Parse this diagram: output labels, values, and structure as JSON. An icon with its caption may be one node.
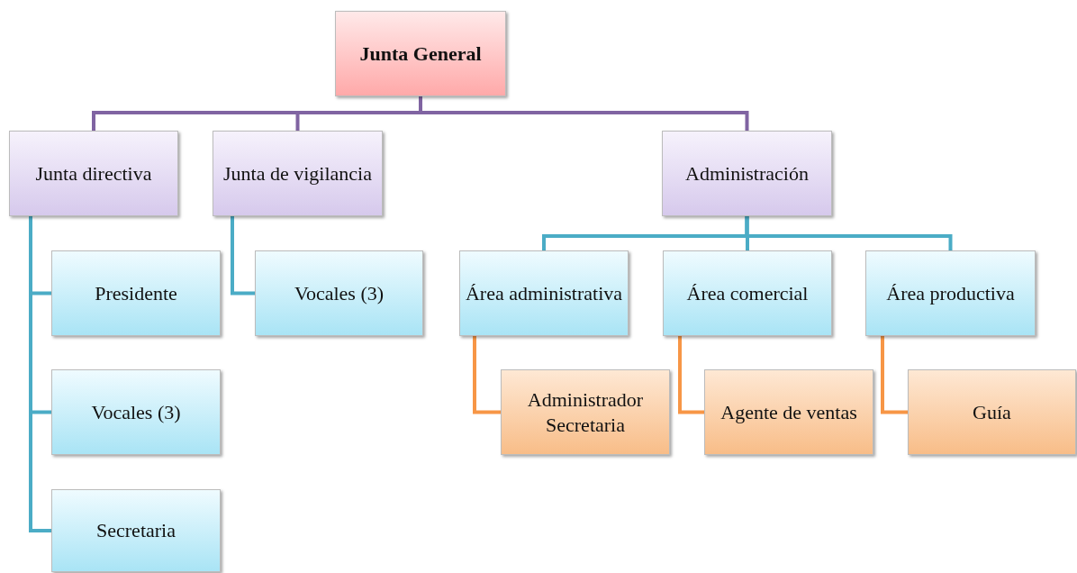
{
  "diagram": {
    "nodes": [
      {
        "text": [
          "Junta General"
        ]
      },
      {
        "text": [
          "Junta directiva"
        ]
      },
      {
        "text": [
          "Junta de vigilancia"
        ]
      },
      {
        "text": [
          "Administración"
        ]
      },
      {
        "text": [
          "Presidente"
        ]
      },
      {
        "text": [
          "Vocales (3)"
        ]
      },
      {
        "text": [
          "Secretaria"
        ]
      },
      {
        "text": [
          "Vocales (3)"
        ]
      },
      {
        "text": [
          "Área administrativa"
        ]
      },
      {
        "text": [
          "Área comercial"
        ]
      },
      {
        "text": [
          "Área productiva"
        ]
      },
      {
        "text": [
          "Administrador Secretaria"
        ]
      },
      {
        "text": [
          "Agente de ventas"
        ]
      },
      {
        "text": [
          "Guía"
        ]
      }
    ],
    "edges": [
      {
        "from": 0,
        "to": 1,
        "arrow": "none",
        "color": "#8064a2"
      },
      {
        "from": 0,
        "to": 2,
        "arrow": "none",
        "color": "#8064a2"
      },
      {
        "from": 0,
        "to": 3,
        "arrow": "none",
        "color": "#8064a2"
      },
      {
        "from": 1,
        "to": 4,
        "arrow": "none"
      },
      {
        "from": 1,
        "to": 5,
        "arrow": "none"
      },
      {
        "from": 1,
        "to": 6,
        "arrow": "none"
      },
      {
        "from": 2,
        "to": 7,
        "arrow": "none"
      },
      {
        "from": 3,
        "to": 8,
        "arrow": "none"
      },
      {
        "from": 3,
        "to": 9,
        "arrow": "none"
      },
      {
        "from": 3,
        "to": 10,
        "arrow": "none"
      },
      {
        "from": 8,
        "to": 11,
        "arrow": "none",
        "color": "#f79646"
      },
      {
        "from": 9,
        "to": 12,
        "arrow": "none",
        "color": "#f79646"
      },
      {
        "from": 10,
        "to": 13,
        "arrow": "none",
        "color": "#f79646"
      }
    ]
  }
}
